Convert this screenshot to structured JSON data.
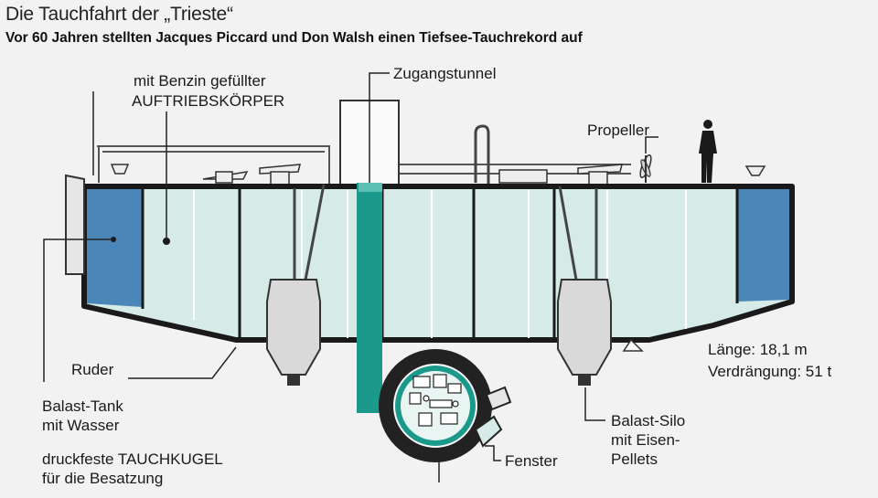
{
  "header": {
    "title": "Die Tauchfahrt der „Trieste“",
    "subtitle": "Vor 60 Jahren stellten Jacques Piccard und Don Walsh einen Tiefsee-Tauchrekord auf"
  },
  "labels": {
    "float_line1": "mit Benzin gefüllter",
    "float_line2": "AUFTRIEBSKÖRPER",
    "tunnel": "Zugangstunnel",
    "propeller": "Propeller",
    "length": "Länge: 18,1 m",
    "displacement": "Verdrängung: 51 t",
    "rudder": "Ruder",
    "ballast_tank_line1": "Balast-Tank",
    "ballast_tank_line2": "mit Wasser",
    "sphere_line1": "druckfeste TAUCHKUGEL",
    "sphere_line2": "für die Besatzung",
    "window": "Fenster",
    "silo_line1": "Balast-Silo",
    "silo_line2": "mit Eisen-",
    "silo_line3": "Pellets"
  },
  "colors": {
    "background": "#f2f2f2",
    "hull_fill": "#d6ebe8",
    "ballast_tank": "#4a86b8",
    "tunnel": "#1b9a8c",
    "outline": "#1a1a1a",
    "sphere_ring": "#222222",
    "silo": "#d9d9d9"
  }
}
